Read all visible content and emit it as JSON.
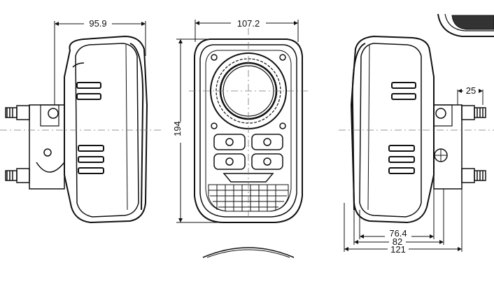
{
  "dimensions": {
    "side_width": "95.9",
    "front_width": "107.2",
    "front_height": "194",
    "bracket_offset": "25",
    "depth_a": "76.4",
    "depth_b": "82",
    "depth_c": "121"
  },
  "colors": {
    "line": "#111111",
    "thin_line": "#333333",
    "background": "#ffffff"
  }
}
